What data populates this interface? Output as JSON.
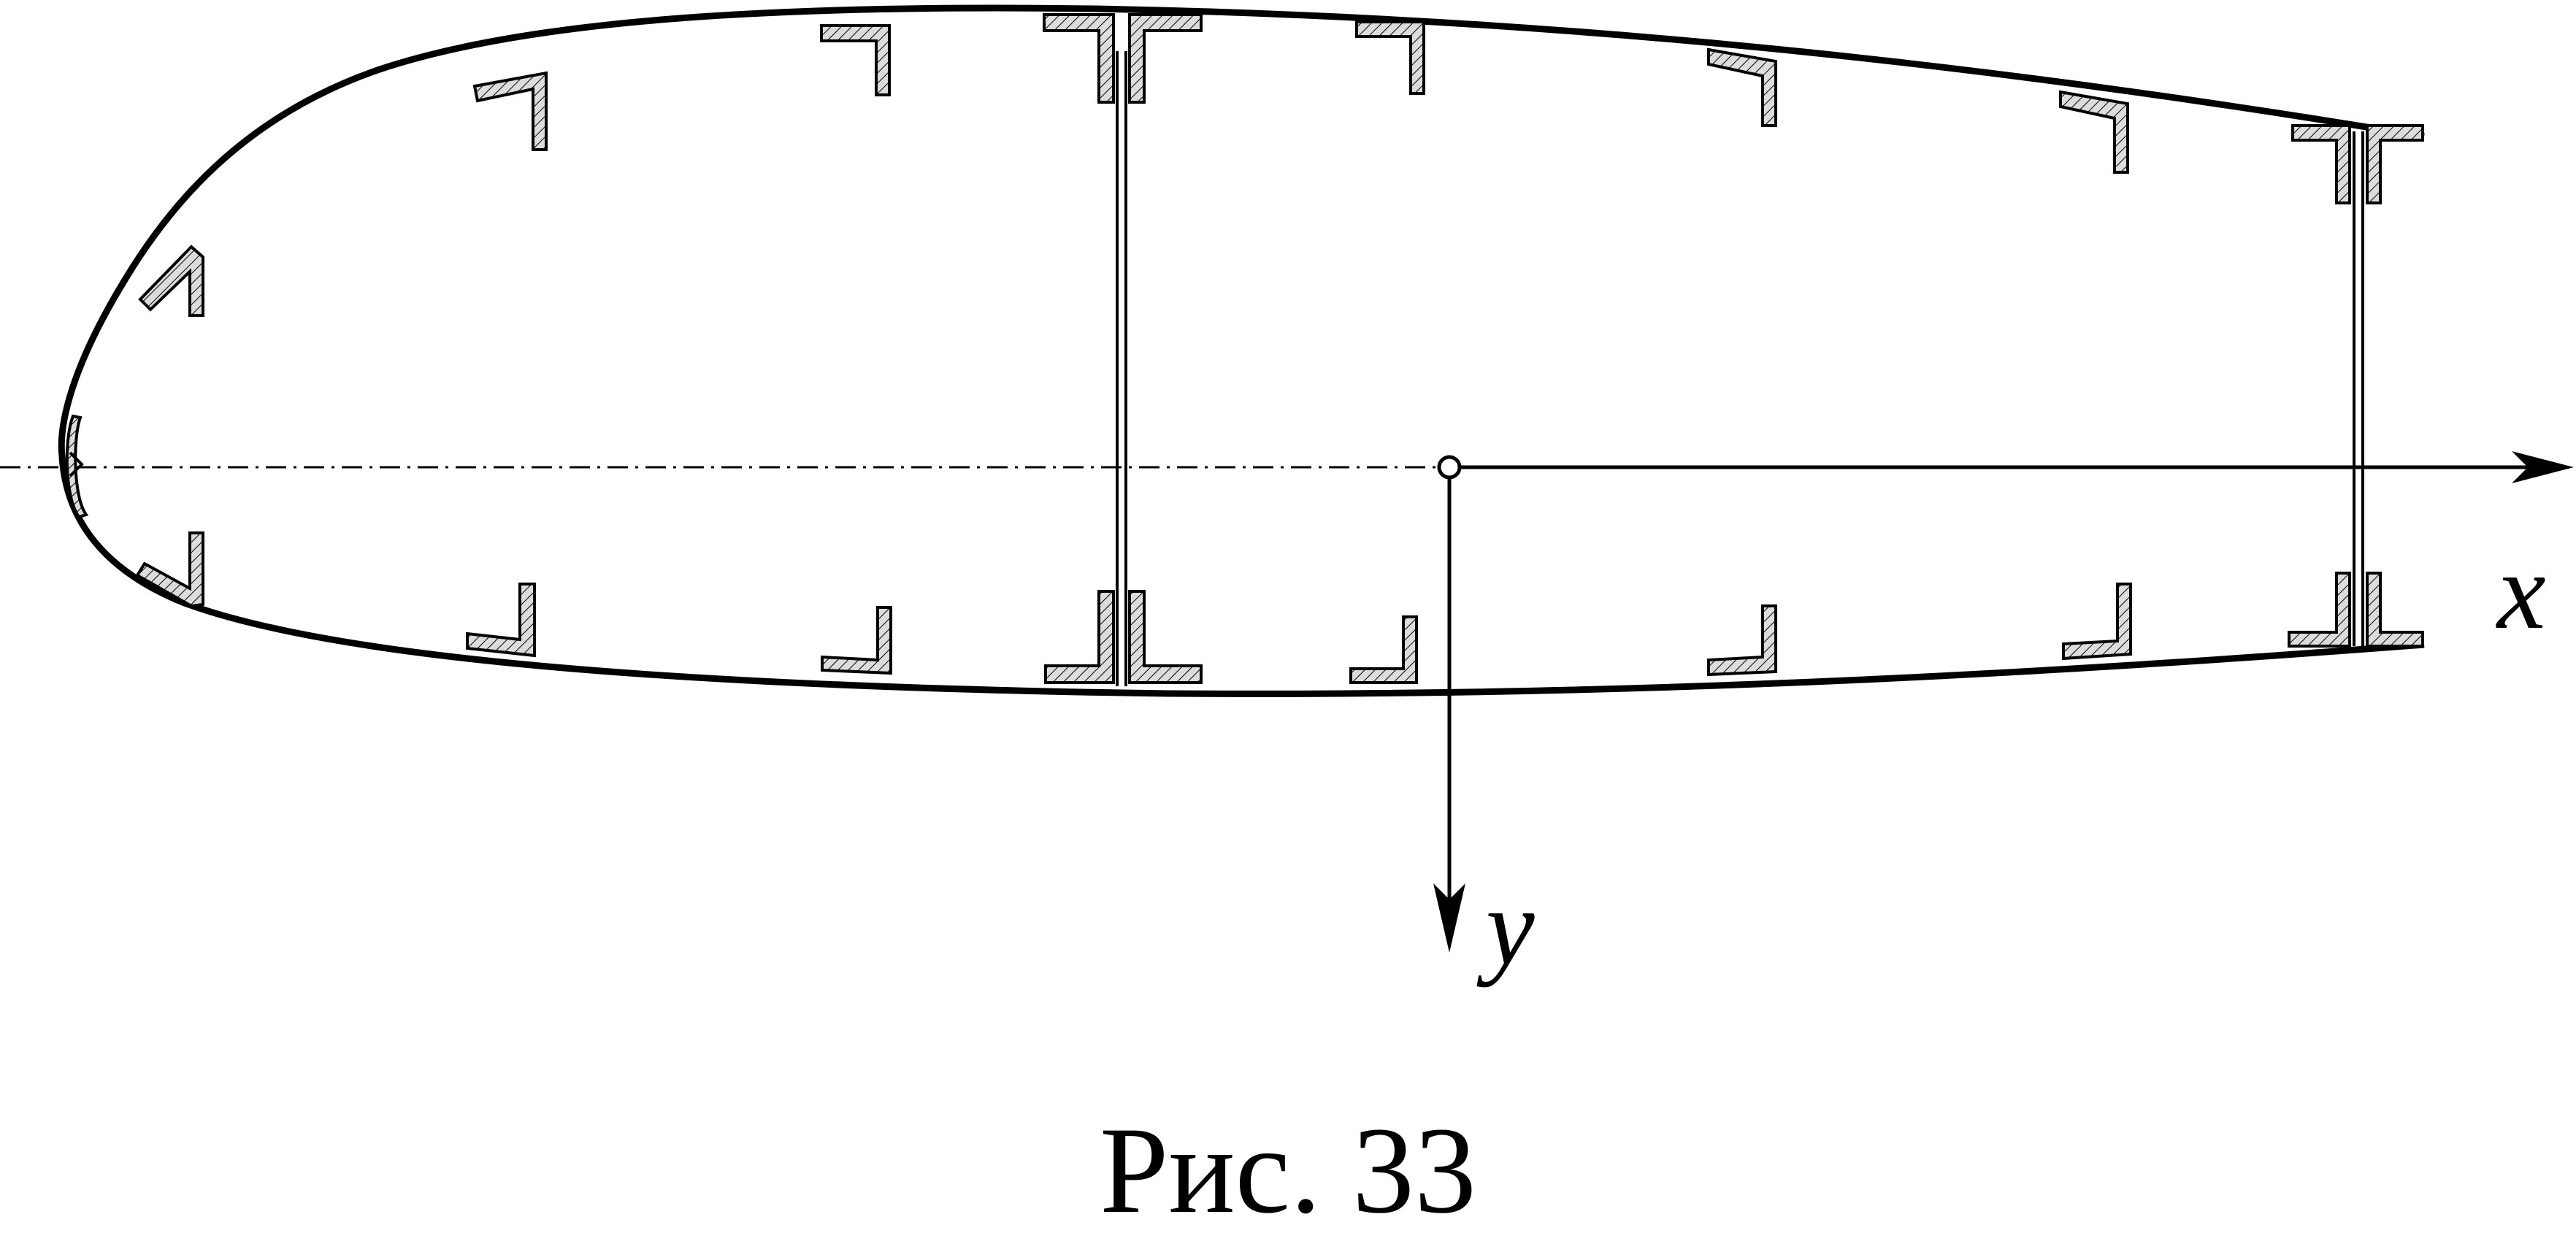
{
  "figure": {
    "caption": "Рис. 33",
    "axis_x_label": "x",
    "axis_y_label": "y"
  },
  "colors": {
    "stroke": "#000000",
    "background": "#ffffff",
    "stringer_fill": "#d9d9d9"
  }
}
